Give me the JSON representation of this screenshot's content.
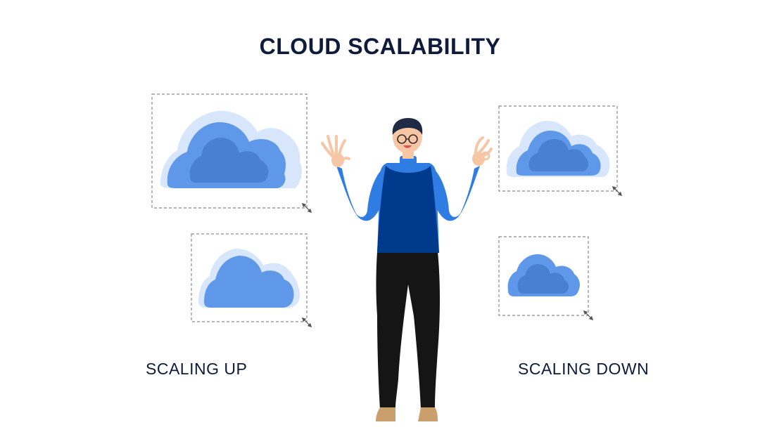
{
  "title": "CLOUD SCALABILITY",
  "labels": {
    "left": "SCALING UP",
    "right": "SCALING DOWN"
  },
  "colors": {
    "title_text": "#0f1b3c",
    "cloud_outer": "#d7e6fb",
    "cloud_mid": "#5f98e8",
    "cloud_inner": "#4a80d2",
    "frame_dash": "#8a8a8a",
    "shirt": "#2f7de3",
    "vest": "#003a8c",
    "pants": "#151515",
    "skin": "#f6c6a5",
    "shoes": "#c9a06b",
    "hair": "#1f2a44"
  }
}
